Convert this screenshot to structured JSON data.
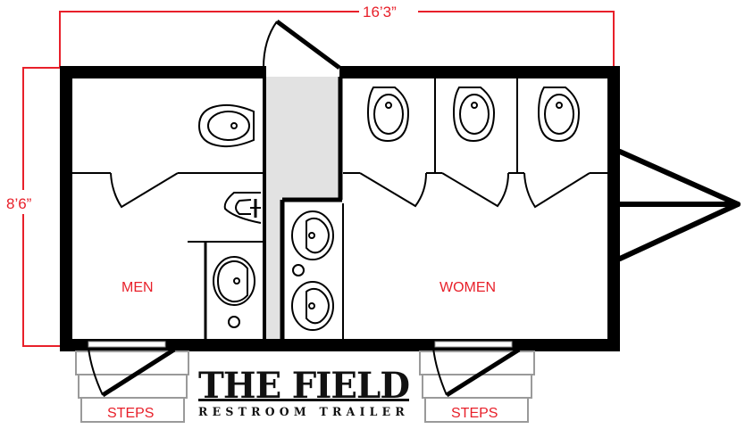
{
  "title": "THE FIELD",
  "subtitle": "RESTROOM TRAILER",
  "dimensions": {
    "length": "16’3”",
    "width": "8’6”"
  },
  "rooms": {
    "men": "MEN",
    "women": "WOMEN"
  },
  "steps": {
    "left": "STEPS",
    "right": "STEPS"
  },
  "fixtures": {
    "men_toilets": 1,
    "men_urinals": 1,
    "men_sinks": 1,
    "women_toilets": 3,
    "women_sinks": 2
  },
  "colors": {
    "dimension_red": "#e8202a",
    "wall_black": "#000000",
    "utility_gray": "#e2e2e2",
    "steps_gray": "#9a9a9a"
  }
}
